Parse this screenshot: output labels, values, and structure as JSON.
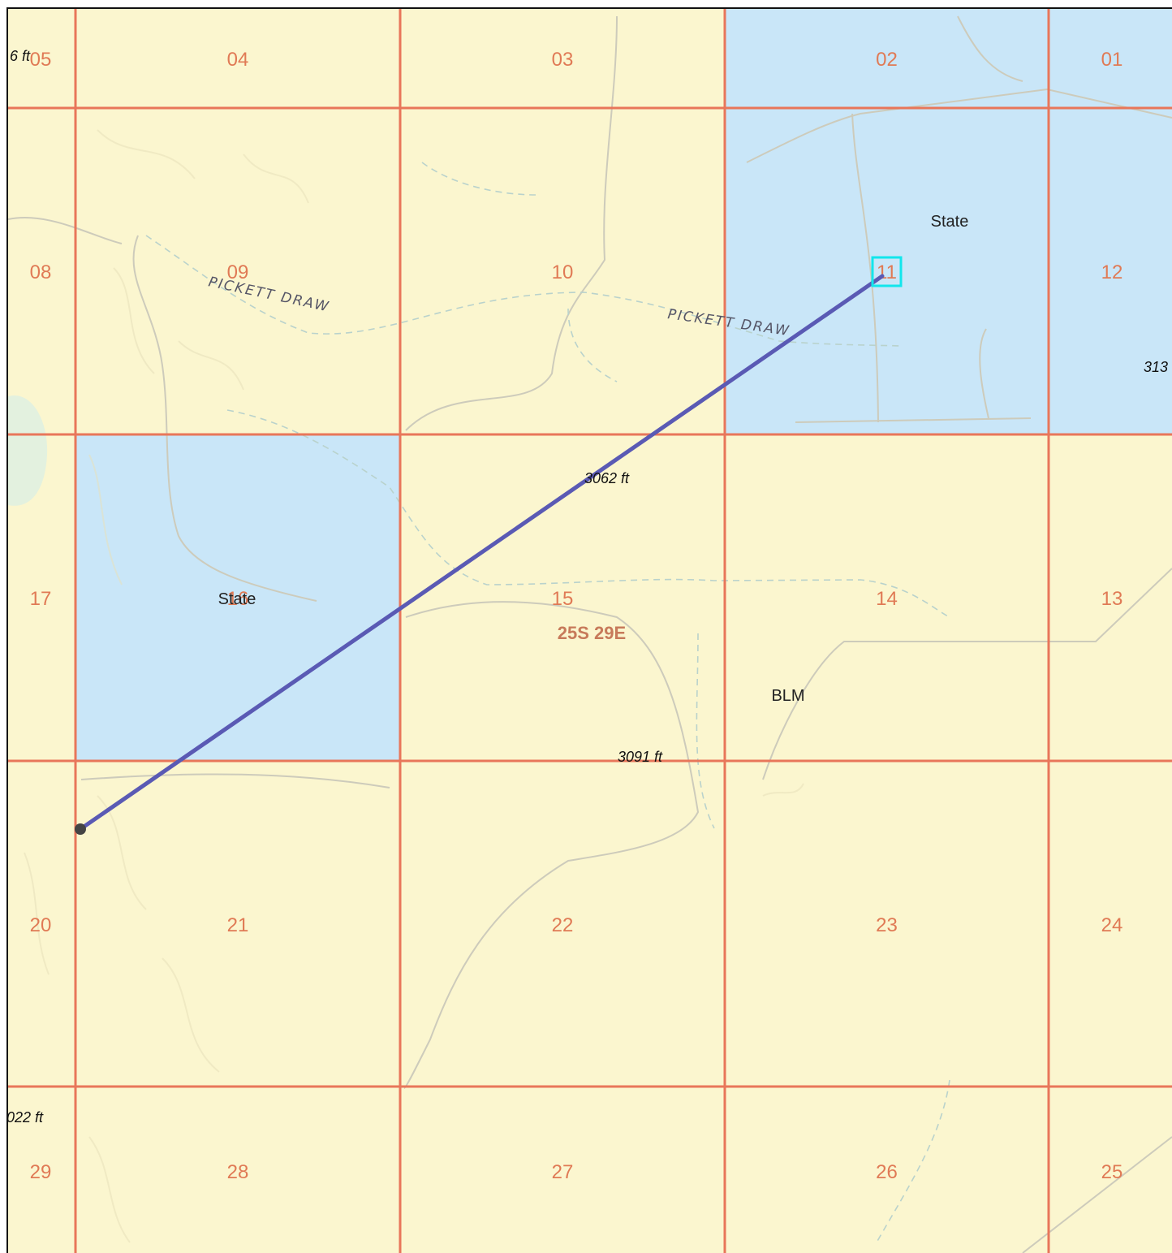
{
  "colors": {
    "federal_fill": "#fbf6cf",
    "state_fill": "#c9e6f8",
    "section_line": "#e8765a",
    "section_number": "#e07a55",
    "measure_line": "#5a5ab4",
    "marker_box": "#12e6ec",
    "terrain": "#e7e0ba",
    "road": "#cdcbbb",
    "water": "#e3f1df"
  },
  "sections": [
    {
      "num": "05",
      "row": 0,
      "col": 0,
      "owner": "federal"
    },
    {
      "num": "04",
      "row": 0,
      "col": 1,
      "owner": "federal"
    },
    {
      "num": "03",
      "row": 0,
      "col": 2,
      "owner": "federal"
    },
    {
      "num": "02",
      "row": 0,
      "col": 3,
      "owner": "state"
    },
    {
      "num": "01",
      "row": 0,
      "col": 4,
      "owner": "state"
    },
    {
      "num": "08",
      "row": 1,
      "col": 0,
      "owner": "federal"
    },
    {
      "num": "09",
      "row": 1,
      "col": 1,
      "owner": "federal"
    },
    {
      "num": "10",
      "row": 1,
      "col": 2,
      "owner": "federal"
    },
    {
      "num": "11",
      "row": 1,
      "col": 3,
      "owner": "state"
    },
    {
      "num": "12",
      "row": 1,
      "col": 4,
      "owner": "state"
    },
    {
      "num": "17",
      "row": 2,
      "col": 0,
      "owner": "federal"
    },
    {
      "num": "16",
      "row": 2,
      "col": 1,
      "owner": "state"
    },
    {
      "num": "15",
      "row": 2,
      "col": 2,
      "owner": "federal"
    },
    {
      "num": "14",
      "row": 2,
      "col": 3,
      "owner": "federal"
    },
    {
      "num": "13",
      "row": 2,
      "col": 4,
      "owner": "federal"
    },
    {
      "num": "20",
      "row": 3,
      "col": 0,
      "owner": "federal"
    },
    {
      "num": "21",
      "row": 3,
      "col": 1,
      "owner": "federal"
    },
    {
      "num": "22",
      "row": 3,
      "col": 2,
      "owner": "federal"
    },
    {
      "num": "23",
      "row": 3,
      "col": 3,
      "owner": "federal"
    },
    {
      "num": "24",
      "row": 3,
      "col": 4,
      "owner": "federal"
    },
    {
      "num": "29",
      "row": 4,
      "col": 0,
      "owner": "federal"
    },
    {
      "num": "28",
      "row": 4,
      "col": 1,
      "owner": "federal"
    },
    {
      "num": "27",
      "row": 4,
      "col": 2,
      "owner": "federal"
    },
    {
      "num": "26",
      "row": 4,
      "col": 3,
      "owner": "federal"
    },
    {
      "num": "25",
      "row": 4,
      "col": 4,
      "owner": "federal"
    }
  ],
  "labels": {
    "township": "25S 29E",
    "owner_state_1": "State",
    "owner_state_2": "State",
    "owner_blm": "BLM",
    "feature_1": "PICKETT DRAW",
    "feature_2": "PICKETT DRAW",
    "elev_1": "6 ft",
    "elev_2": "313",
    "elev_3": "3062 ft",
    "elev_4": "3091 ft",
    "elev_5": "022 ft"
  }
}
